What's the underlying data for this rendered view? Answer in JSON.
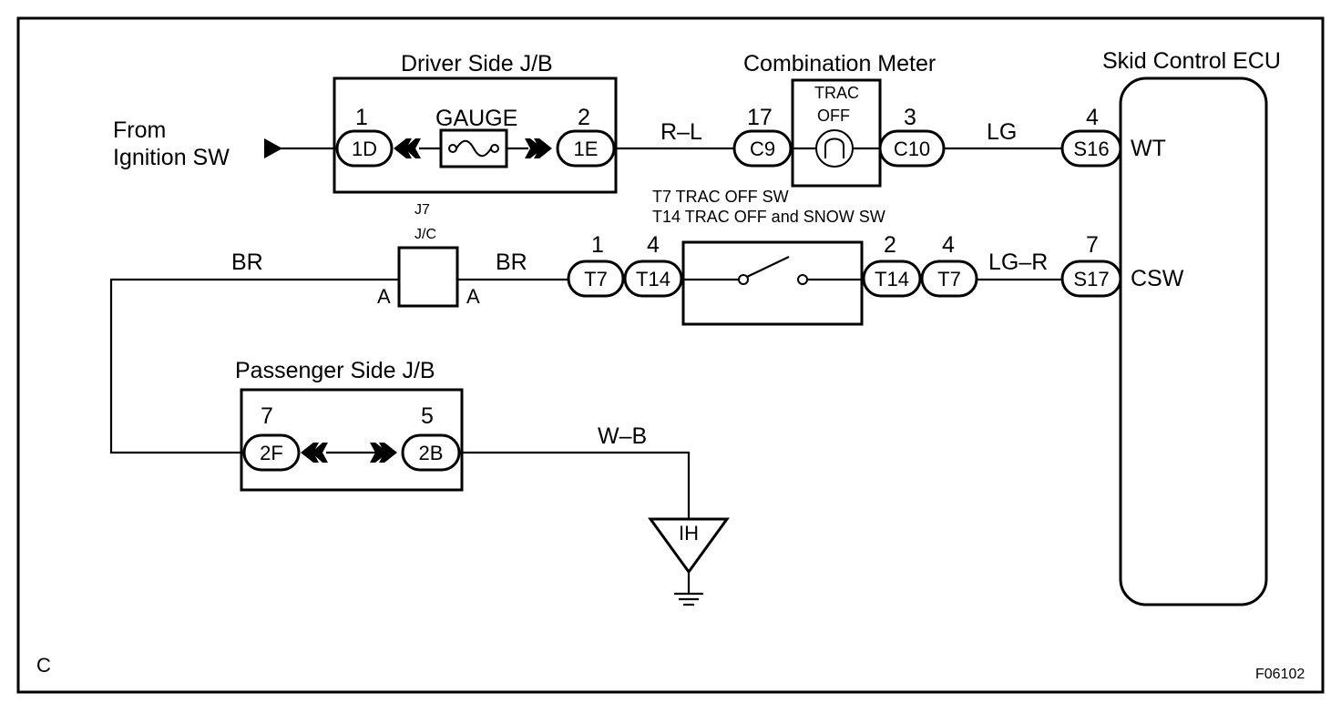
{
  "source": {
    "label_line1": "From",
    "label_line2": "Ignition SW"
  },
  "driver_jb": {
    "title": "Driver Side J/B",
    "fuse_label": "GAUGE",
    "pin_left": {
      "number": "1",
      "code": "1D"
    },
    "pin_right": {
      "number": "2",
      "code": "1E"
    }
  },
  "combination_meter": {
    "title": "Combination Meter",
    "lamp_label_line1": "TRAC",
    "lamp_label_line2": "OFF",
    "pin_left": {
      "number": "17",
      "code": "C9"
    },
    "pin_right": {
      "number": "3",
      "code": "C10"
    }
  },
  "ecu": {
    "title": "Skid Control ECU",
    "pin_wt": {
      "number": "4",
      "code": "S16",
      "terminal": "WT"
    },
    "pin_csw": {
      "number": "7",
      "code": "S17",
      "terminal": "CSW"
    }
  },
  "switch": {
    "caption_line1": "T7 TRAC OFF SW",
    "caption_line2": "T14 TRAC OFF and SNOW SW",
    "pin_left_t7": {
      "number": "1",
      "code": "T7"
    },
    "pin_left_t14": {
      "number": "4",
      "code": "T14"
    },
    "pin_right_t14": {
      "number": "2",
      "code": "T14"
    },
    "pin_right_t7": {
      "number": "4",
      "code": "T7"
    }
  },
  "junction": {
    "label_line1": "J7",
    "label_line2": "J/C",
    "pin_left": "A",
    "pin_right": "A"
  },
  "passenger_jb": {
    "title": "Passenger Side J/B",
    "pin_left": {
      "number": "7",
      "code": "2F"
    },
    "pin_right": {
      "number": "5",
      "code": "2B"
    }
  },
  "ground": {
    "code": "IH"
  },
  "wires": {
    "rl": "R–L",
    "lg": "LG",
    "br_left": "BR",
    "br_right": "BR",
    "lgr": "LG–R",
    "wb": "W–B"
  },
  "corner_label": "C",
  "figure_code": "F06102"
}
